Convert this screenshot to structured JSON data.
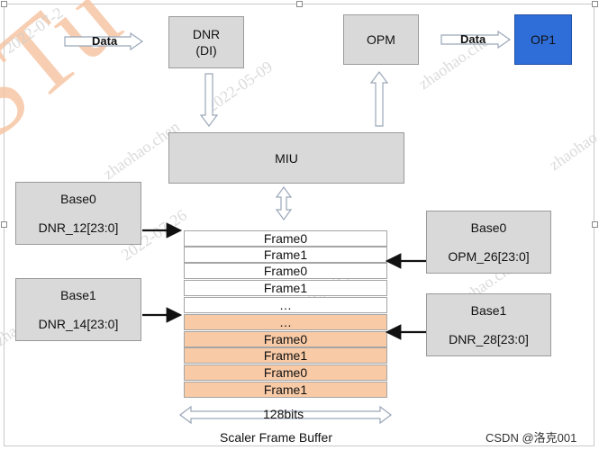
{
  "watermark": {
    "logo_text": "STu",
    "lines": [
      "2022-07-2",
      "zhaohao.chen",
      "2022-05-09",
      "zhaohao.chen",
      "2022-07-26",
      "2022-05-0",
      "zhaohao.c",
      "zhaohao.chen",
      "zhaohao"
    ]
  },
  "blocks": {
    "dnr": "DNR\n(DI)",
    "opm": "OPM",
    "op1": "OP1",
    "miu": "MIU"
  },
  "data_labels": {
    "left": "Data",
    "right": "Data"
  },
  "base_boxes": {
    "left_top": {
      "title": "Base0",
      "reg": "DNR_12[23:0]"
    },
    "left_bottom": {
      "title": "Base1",
      "reg": "DNR_14[23:0]"
    },
    "right_top": {
      "title": "Base0",
      "reg": "OPM_26[23:0]"
    },
    "right_bottom": {
      "title": "Base1",
      "reg": "DNR_28[23:0]"
    }
  },
  "frame_buffer": {
    "rows": [
      {
        "label": "Frame0",
        "highlight": false
      },
      {
        "label": "Frame1",
        "highlight": false
      },
      {
        "label": "Frame0",
        "highlight": false
      },
      {
        "label": "Frame1",
        "highlight": false
      },
      {
        "label": "…",
        "highlight": false
      },
      {
        "label": "…",
        "highlight": true
      },
      {
        "label": "Frame0",
        "highlight": true
      },
      {
        "label": "Frame1",
        "highlight": true
      },
      {
        "label": "Frame0",
        "highlight": true
      },
      {
        "label": "Frame1",
        "highlight": true
      }
    ],
    "width_label": "128bits",
    "caption": "Scaler Frame Buffer"
  },
  "credit": "CSDN @洛克001",
  "colors": {
    "block_fill": "#d9d9d9",
    "op1_fill": "#2f6ed8",
    "highlight_fill": "#f8caa6",
    "arrow_outline": "#9aa6b8"
  }
}
